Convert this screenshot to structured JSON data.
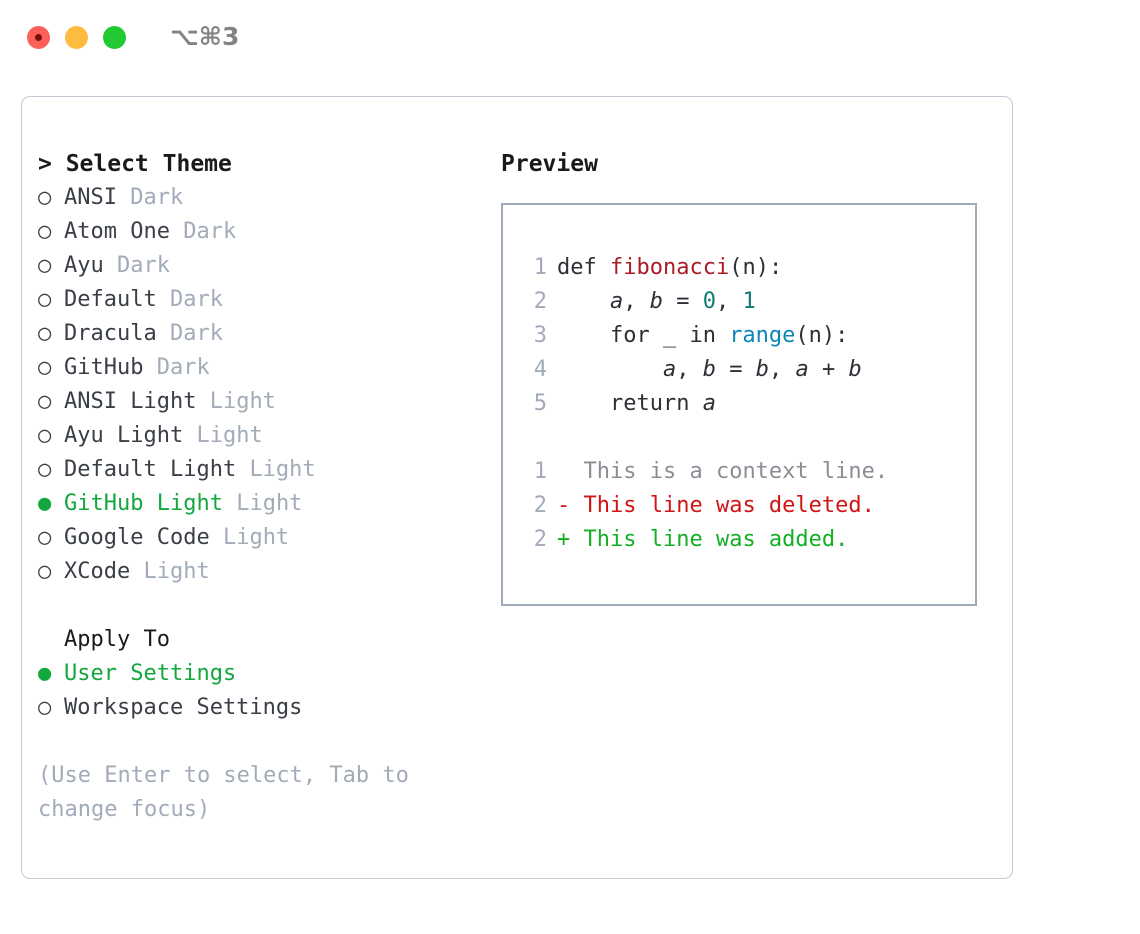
{
  "window": {
    "traffic_lights": [
      "close",
      "minimize",
      "maximize"
    ],
    "shortcut_label": "⌥⌘3",
    "colors": {
      "close": "#fc6058",
      "minimize": "#fdbc40",
      "maximize": "#21c933",
      "accent_green": "#12a83d",
      "muted": "#a2abb9",
      "panel_border": "#c2c9d4",
      "preview_border": "#9ea9b9"
    }
  },
  "theme_picker": {
    "header": "> Select Theme",
    "items": [
      {
        "bullet": "○",
        "name": "ANSI",
        "kind": "Dark",
        "selected": false
      },
      {
        "bullet": "○",
        "name": "Atom One",
        "kind": "Dark",
        "selected": false
      },
      {
        "bullet": "○",
        "name": "Ayu",
        "kind": "Dark",
        "selected": false
      },
      {
        "bullet": "○",
        "name": "Default",
        "kind": "Dark",
        "selected": false
      },
      {
        "bullet": "○",
        "name": "Dracula",
        "kind": "Dark",
        "selected": false
      },
      {
        "bullet": "○",
        "name": "GitHub",
        "kind": "Dark",
        "selected": false
      },
      {
        "bullet": "○",
        "name": "ANSI Light",
        "kind": "Light",
        "selected": false
      },
      {
        "bullet": "○",
        "name": "Ayu Light",
        "kind": "Light",
        "selected": false
      },
      {
        "bullet": "○",
        "name": "Default Light",
        "kind": "Light",
        "selected": false
      },
      {
        "bullet": "●",
        "name": "GitHub Light",
        "kind": "Light",
        "selected": true
      },
      {
        "bullet": "○",
        "name": "Google Code",
        "kind": "Light",
        "selected": false
      },
      {
        "bullet": "○",
        "name": "XCode",
        "kind": "Light",
        "selected": false
      }
    ]
  },
  "apply_to": {
    "label": "Apply To",
    "options": [
      {
        "bullet": "●",
        "name": "User Settings",
        "selected": true
      },
      {
        "bullet": "○",
        "name": "Workspace Settings",
        "selected": false
      }
    ]
  },
  "help_text": "(Use Enter to select, Tab to change focus)",
  "preview": {
    "title": "Preview",
    "code_lines": [
      {
        "num": "1",
        "tokens": [
          {
            "t": "def ",
            "c": "kw"
          },
          {
            "t": "fibonacci",
            "c": "fn"
          },
          {
            "t": "(n):",
            "c": "kw"
          }
        ]
      },
      {
        "num": "2",
        "tokens": [
          {
            "t": "    ",
            "c": "kw"
          },
          {
            "t": "a",
            "c": "var"
          },
          {
            "t": ", ",
            "c": "kw"
          },
          {
            "t": "b",
            "c": "var"
          },
          {
            "t": " = ",
            "c": "kw"
          },
          {
            "t": "0",
            "c": "num"
          },
          {
            "t": ", ",
            "c": "kw"
          },
          {
            "t": "1",
            "c": "num"
          }
        ]
      },
      {
        "num": "3",
        "tokens": [
          {
            "t": "    for _ in ",
            "c": "kw"
          },
          {
            "t": "range",
            "c": "call"
          },
          {
            "t": "(n):",
            "c": "kw"
          }
        ]
      },
      {
        "num": "4",
        "tokens": [
          {
            "t": "        ",
            "c": "kw"
          },
          {
            "t": "a",
            "c": "var"
          },
          {
            "t": ", ",
            "c": "kw"
          },
          {
            "t": "b",
            "c": "var"
          },
          {
            "t": " = ",
            "c": "kw"
          },
          {
            "t": "b",
            "c": "var"
          },
          {
            "t": ", ",
            "c": "kw"
          },
          {
            "t": "a",
            "c": "var"
          },
          {
            "t": " + ",
            "c": "kw"
          },
          {
            "t": "b",
            "c": "var"
          }
        ]
      },
      {
        "num": "5",
        "tokens": [
          {
            "t": "    return ",
            "c": "kw"
          },
          {
            "t": "a",
            "c": "var"
          }
        ]
      }
    ],
    "diff_lines": [
      {
        "num": "1",
        "marker": " ",
        "text": "This is a context line.",
        "type": "ctx"
      },
      {
        "num": "2",
        "marker": "-",
        "text": "This line was deleted.",
        "type": "del"
      },
      {
        "num": "2",
        "marker": "+",
        "text": "This line was added.",
        "type": "add"
      }
    ]
  }
}
